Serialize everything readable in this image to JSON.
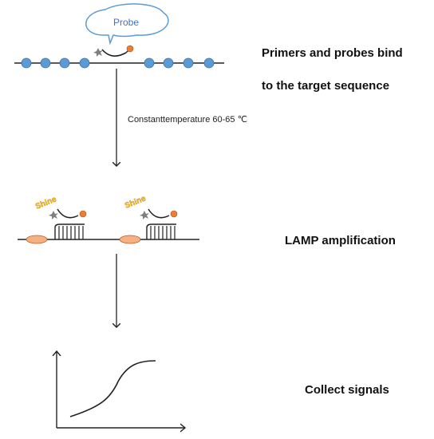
{
  "probe_label": "Probe",
  "step1": {
    "line1": "Primers  and  probes  bind",
    "line2": "to the target sequence"
  },
  "condition": "Constanttemperature 60-65 ℃",
  "step2": {
    "label": "LAMP amplification"
  },
  "step3": {
    "label": "Collect signals"
  },
  "shine_label": "Shine",
  "colors": {
    "dna_bead": "#5b9bd5",
    "dna_bead_stroke": "#41719c",
    "probe_ball": "#ed7d31",
    "primer_ellipse": "#f4b183",
    "primer_ellipse_stroke": "#c55a11",
    "bubble_stroke": "#5b9bd5",
    "line": "#222222"
  },
  "icons": [
    "quencher-star-icon",
    "down-arrow-icon"
  ]
}
